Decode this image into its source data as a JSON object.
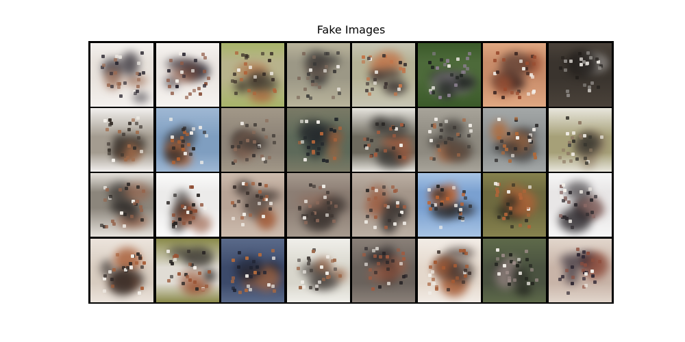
{
  "figure": {
    "title": "Fake Images"
  },
  "grid": {
    "rows": 4,
    "cols": 8,
    "tiles": [
      {
        "bg": "#e8e2dc",
        "accent": "#9a6a52",
        "dark": "#2b2730",
        "edge": "#f4f1ee"
      },
      {
        "bg": "#ebe6e2",
        "accent": "#8f5a46",
        "dark": "#2a2630",
        "edge": "#f6f3f0"
      },
      {
        "bg": "#b8b38c",
        "accent": "#b0663c",
        "dark": "#3a3028",
        "edge": "#a8b46a"
      },
      {
        "bg": "#9c9886",
        "accent": "#7e6a5c",
        "dark": "#3c3a38",
        "edge": "#b9b49b"
      },
      {
        "bg": "#b5b296",
        "accent": "#c2754a",
        "dark": "#3b3230",
        "edge": "#c8c6b4"
      },
      {
        "bg": "#4d6a3a",
        "accent": "#8a7e8e",
        "dark": "#1f2420",
        "edge": "#3b5a2a"
      },
      {
        "bg": "#c88c6a",
        "accent": "#9a4c30",
        "dark": "#3a2420",
        "edge": "#e0a882"
      },
      {
        "bg": "#3a342e",
        "accent": "#8e8a86",
        "dark": "#231f1c",
        "edge": "#4a423a"
      },
      {
        "bg": "#a49c90",
        "accent": "#a06a48",
        "dark": "#3b342e",
        "edge": "#f2f0ee"
      },
      {
        "bg": "#7f9ec0",
        "accent": "#b8622e",
        "dark": "#2f2a28",
        "edge": "#9fb8d4"
      },
      {
        "bg": "#8e8478",
        "accent": "#8a6a58",
        "dark": "#3e3834",
        "edge": "#a29888"
      },
      {
        "bg": "#5e6a5a",
        "accent": "#b0643a",
        "dark": "#22262a",
        "edge": "#7a7a66"
      },
      {
        "bg": "#6e6a5e",
        "accent": "#a45c3e",
        "dark": "#2a2826",
        "edge": "#e6e4de"
      },
      {
        "bg": "#8e8a80",
        "accent": "#a86a46",
        "dark": "#3e3a36",
        "edge": "#a8a49a"
      },
      {
        "bg": "#8c9090",
        "accent": "#b06a3a",
        "dark": "#2e2c2c",
        "edge": "#a4a8a8"
      },
      {
        "bg": "#a6a078",
        "accent": "#8e7a64",
        "dark": "#3a3830",
        "edge": "#e8e6dc"
      },
      {
        "bg": "#8c867c",
        "accent": "#96644c",
        "dark": "#2c2826",
        "edge": "#e6e2dc"
      },
      {
        "bg": "#ecebea",
        "accent": "#8e4e34",
        "dark": "#2a2624",
        "edge": "#fbfbfb"
      },
      {
        "bg": "#b8a496",
        "accent": "#a4603e",
        "dark": "#3a302c",
        "edge": "#cdbcae"
      },
      {
        "bg": "#8c7e74",
        "accent": "#8e6a5a",
        "dark": "#3e3632",
        "edge": "#a69a8e"
      },
      {
        "bg": "#a4968a",
        "accent": "#9e5e42",
        "dark": "#35302e",
        "edge": "#bcb0a4"
      },
      {
        "bg": "#7aa0d0",
        "accent": "#c06430",
        "dark": "#2c2a2a",
        "edge": "#a8c4e4"
      },
      {
        "bg": "#6e6a40",
        "accent": "#b06438",
        "dark": "#2e2c22",
        "edge": "#86824e"
      },
      {
        "bg": "#e8e6e6",
        "accent": "#8a6a66",
        "dark": "#2e2a2e",
        "edge": "#f6f6f6"
      },
      {
        "bg": "#d8ccc0",
        "accent": "#a85e38",
        "dark": "#2c2624",
        "edge": "#ece4dc"
      },
      {
        "bg": "#e0dcd4",
        "accent": "#9a5434",
        "dark": "#2a2624",
        "edge": "#8a8a4a"
      },
      {
        "bg": "#3c4a6a",
        "accent": "#b06a3e",
        "dark": "#1e2230",
        "edge": "#5a6a8a"
      },
      {
        "bg": "#d8d6cc",
        "accent": "#9e6a4c",
        "dark": "#4a4440",
        "edge": "#f0efea"
      },
      {
        "bg": "#6a625c",
        "accent": "#a05a40",
        "dark": "#2a2628",
        "edge": "#8a8078"
      },
      {
        "bg": "#e4d8cc",
        "accent": "#a45a34",
        "dark": "#3a2e2a",
        "edge": "#f2ece6"
      },
      {
        "bg": "#4a5240",
        "accent": "#9a8a86",
        "dark": "#22241e",
        "edge": "#5e6a4a"
      },
      {
        "bg": "#c8b4a8",
        "accent": "#8e4e3e",
        "dark": "#2e2632",
        "edge": "#e2d6cc"
      }
    ]
  }
}
